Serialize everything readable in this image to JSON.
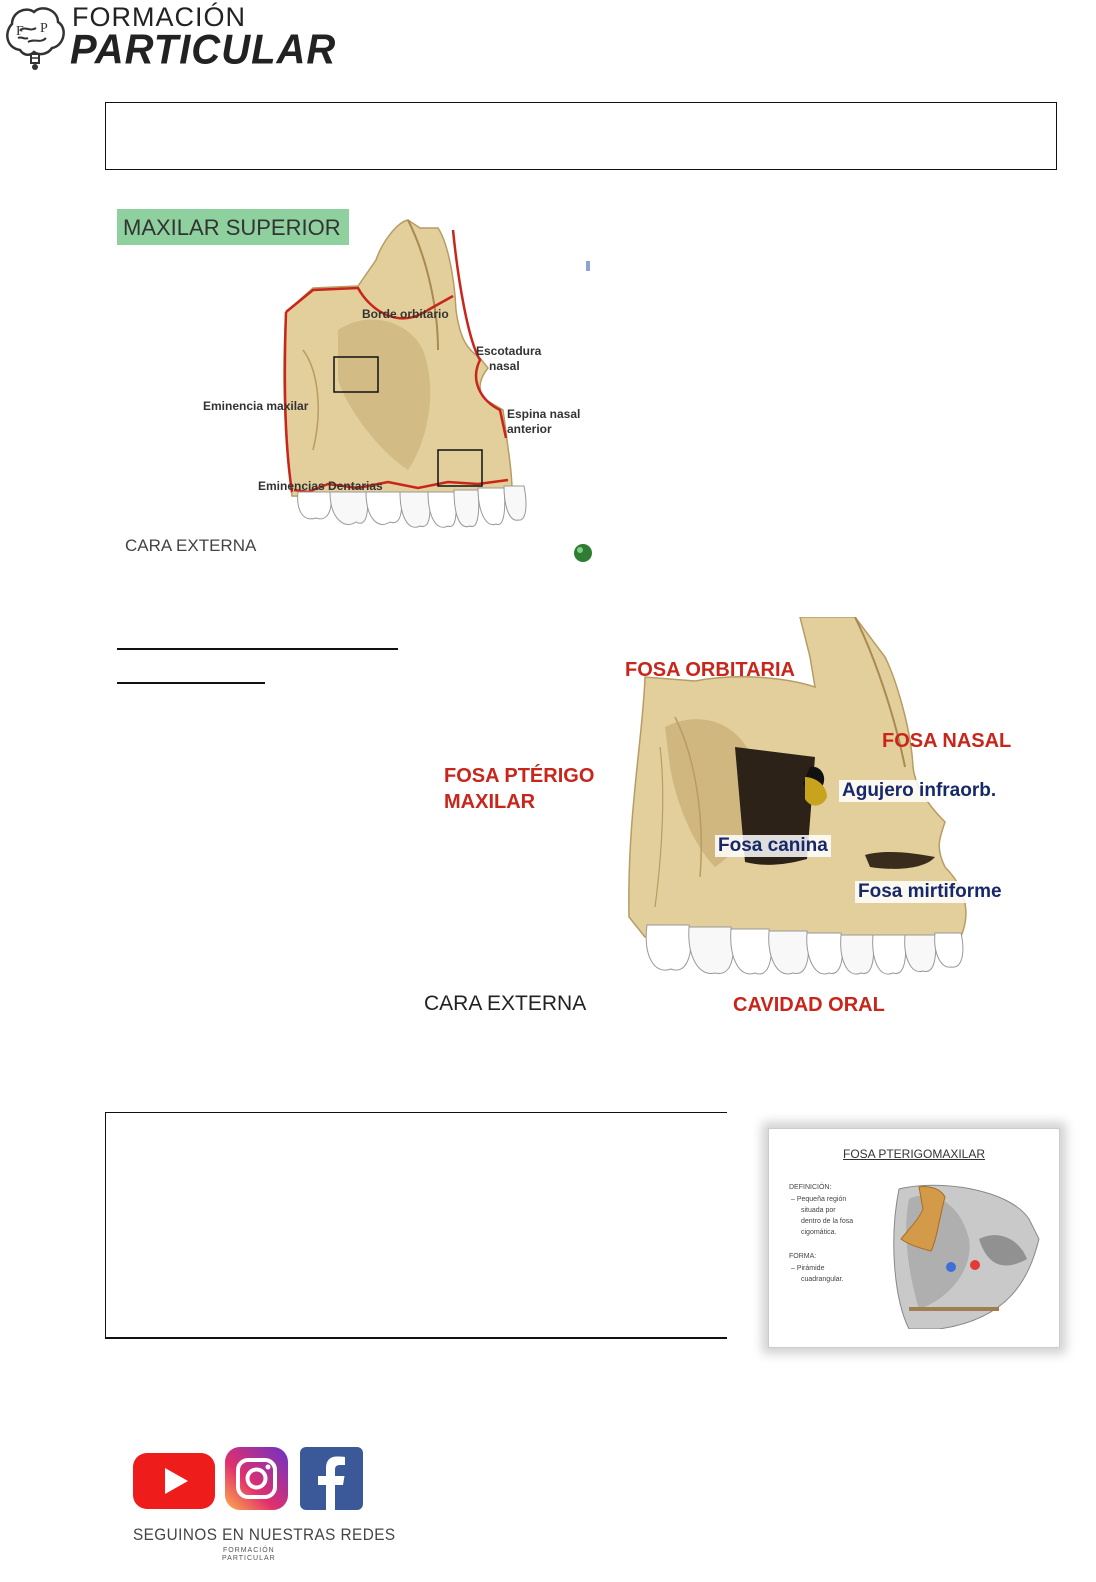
{
  "logo": {
    "line1": "FORMACIÓN",
    "line2": "PARTICULAR"
  },
  "figure1": {
    "title": "MAXILAR SUPERIOR",
    "labels": {
      "borde_orbitario": "Borde orbitario",
      "escotadura_1": "Escotadura",
      "escotadura_2": "nasal",
      "eminencia_maxilar": "Eminencia maxilar",
      "espina_1": "Espina nasal",
      "espina_2": "anterior",
      "eminencias_dentarias": "Eminencias Dentarias"
    },
    "caption": "CARA EXTERNA"
  },
  "figure2": {
    "fosa_orbitaria": "FOSA ORBITARIA",
    "fosa_nasal": "FOSA NASAL",
    "fosa_pterigo_1": "FOSA PTÉRIGO",
    "fosa_pterigo_2": "MAXILAR",
    "agujero": "Agujero infraorb.",
    "fosa_canina": "Fosa canina",
    "fosa_mirtiforme": "Fosa mirtiforme",
    "caption": "CARA EXTERNA",
    "cavidad_oral": "CAVIDAD ORAL"
  },
  "slide": {
    "title": "FOSA PTERIGOMAXILAR",
    "def_label": "DEFINICIÓN:",
    "def_1": "– Pequeña región",
    "def_2": "situada por",
    "def_3": "dentro de la fosa",
    "def_4": "cigomática.",
    "forma_label": "FORMA:",
    "forma_1": "– Pirámide",
    "forma_2": "cuadrangular."
  },
  "social": {
    "tagline": "SEGUINOS EN NUESTRAS REDES",
    "brand_1": "FORMACIÓN",
    "brand_2": "PARTICULAR"
  },
  "colors": {
    "bone": "#e3cf9c",
    "bone_dark": "#b79c63",
    "outline_red": "#c8251b",
    "label_red": "#c8251b",
    "label_blue": "#17286a",
    "title_green": "#8fd19e",
    "youtube": "#ee1c1b",
    "facebook": "#3b5998"
  }
}
